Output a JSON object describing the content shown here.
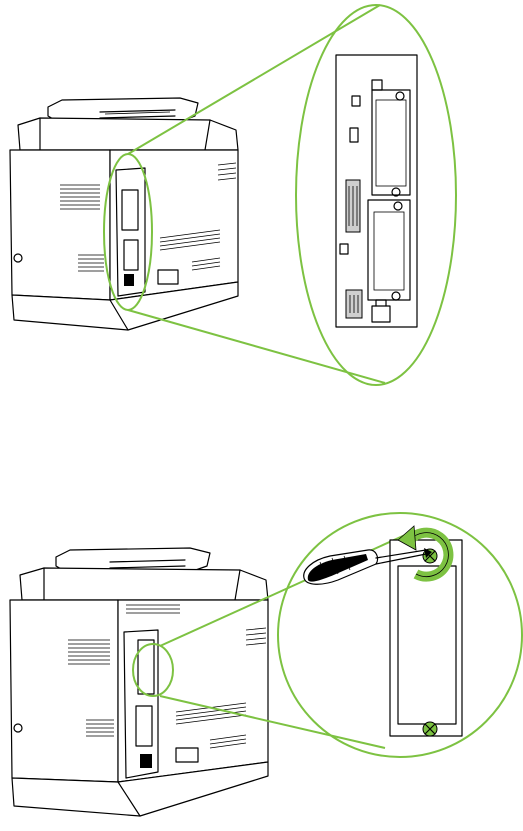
{
  "colors": {
    "accent": "#7dc242",
    "line": "#000000",
    "background": "#ffffff"
  },
  "figures": [
    {
      "id": "top",
      "content": "printer-rear-view-with-magnified-formatter-board",
      "icons": [
        "printer-icon",
        "magnifier-ellipse-icon",
        "formatter-board-icon"
      ]
    },
    {
      "id": "bottom",
      "content": "printer-rear-view-with-magnified-eio-cover-removal",
      "icons": [
        "printer-icon",
        "magnifier-circle-icon",
        "screwdriver-icon",
        "rotate-arrow-icon",
        "screw-icon"
      ]
    }
  ]
}
